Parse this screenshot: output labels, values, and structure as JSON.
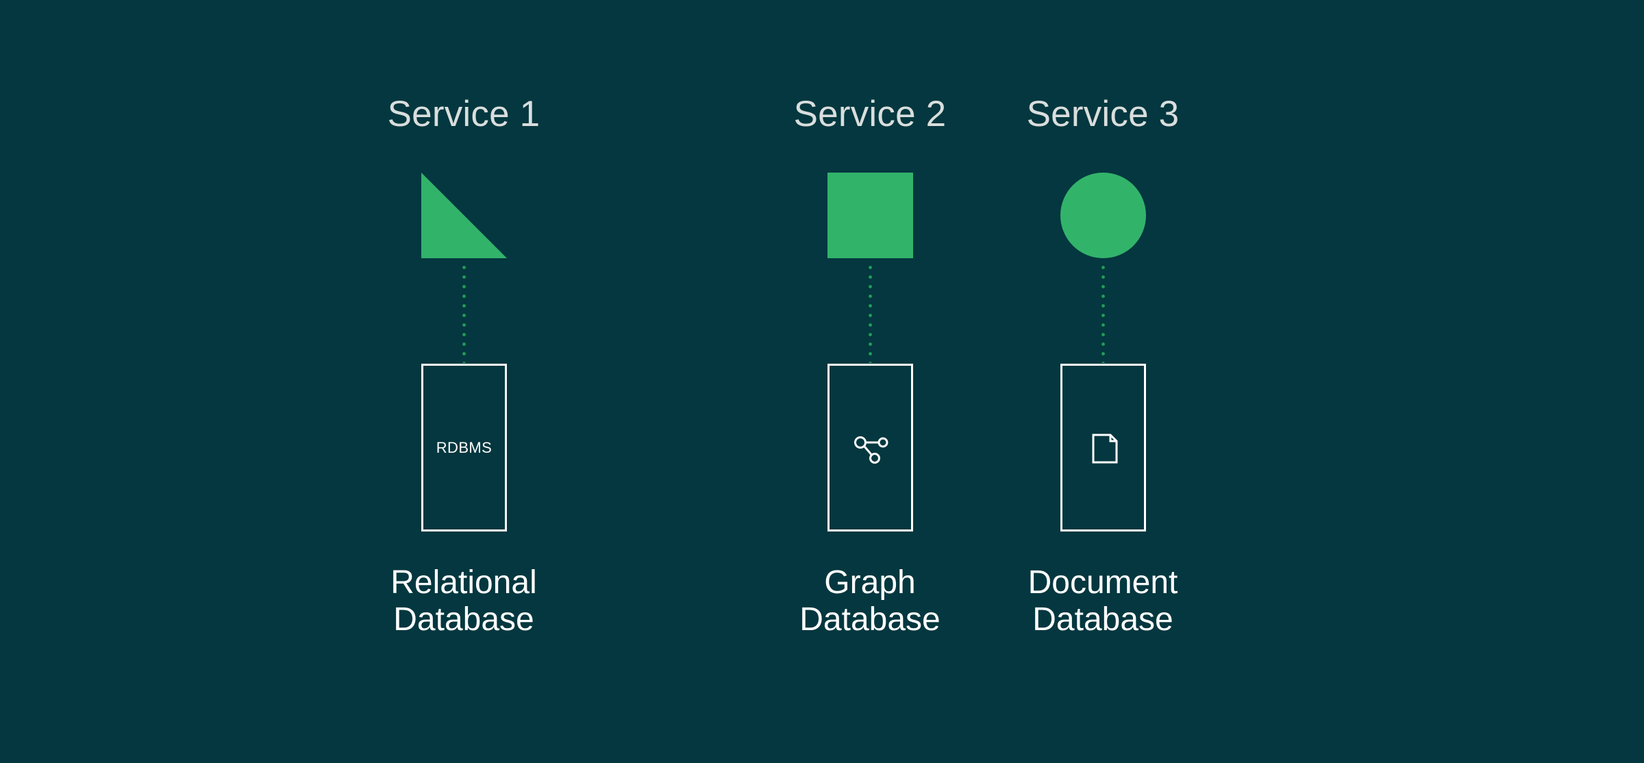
{
  "canvas": {
    "background_color": "#04373f",
    "accent_color": "#32b36a",
    "connector_color": "#1f9d55",
    "outline_color": "#ffffff",
    "title_color": "#d9dedd"
  },
  "columns": [
    {
      "service_label": "Service 1",
      "shape": "right-triangle",
      "connector": "dotted-vertical-line",
      "database": {
        "content_kind": "text",
        "content_label": "RDBMS",
        "icon_name": "rdbms-text"
      },
      "caption_lines": [
        "Relational",
        "Database"
      ]
    },
    {
      "service_label": "Service 2",
      "shape": "square",
      "connector": "dotted-vertical-line",
      "database": {
        "content_kind": "icon",
        "content_label": "",
        "icon_name": "graph-nodes-icon"
      },
      "caption_lines": [
        "Graph",
        "Database"
      ]
    },
    {
      "service_label": "Service 3",
      "shape": "circle",
      "connector": "dotted-vertical-line",
      "database": {
        "content_kind": "icon",
        "content_label": "",
        "icon_name": "document-page-icon"
      },
      "caption_lines": [
        "Document",
        "Database"
      ]
    }
  ]
}
